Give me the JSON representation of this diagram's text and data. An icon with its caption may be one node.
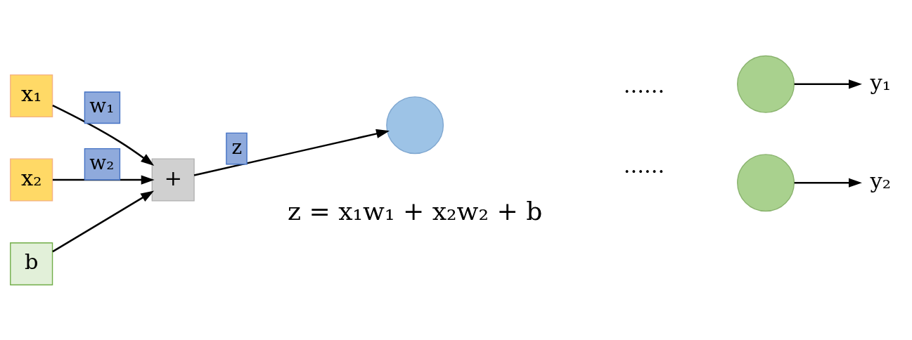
{
  "diagram": {
    "nodes": [
      {
        "text": [
          "x₁"
        ]
      },
      {
        "text": [
          "x₂"
        ]
      },
      {
        "text": [
          "+"
        ]
      },
      {
        "text": [
          "b"
        ]
      },
      {
        "text": [],
        "shape": "circle"
      },
      {
        "text": [],
        "shape": "circle"
      },
      {
        "text": [],
        "shape": "circle"
      },
      {
        "text": [
          "y₁"
        ]
      },
      {
        "text": [
          "y₂"
        ]
      }
    ],
    "edges": [
      {
        "from": 0,
        "to": 2,
        "arrow": "to",
        "label": "w₁"
      },
      {
        "from": 1,
        "to": 2,
        "arrow": "to",
        "label": "w₂"
      },
      {
        "from": 3,
        "to": 2,
        "arrow": "to"
      },
      {
        "from": 2,
        "to": 4,
        "arrow": "to",
        "label": "z"
      },
      {
        "from": 5,
        "to": 7,
        "arrow": "to"
      },
      {
        "from": 6,
        "to": 8,
        "arrow": "to"
      }
    ],
    "labels": [
      "......",
      "......",
      "z = x₁w₁ + x₂w₂ + b"
    ]
  }
}
